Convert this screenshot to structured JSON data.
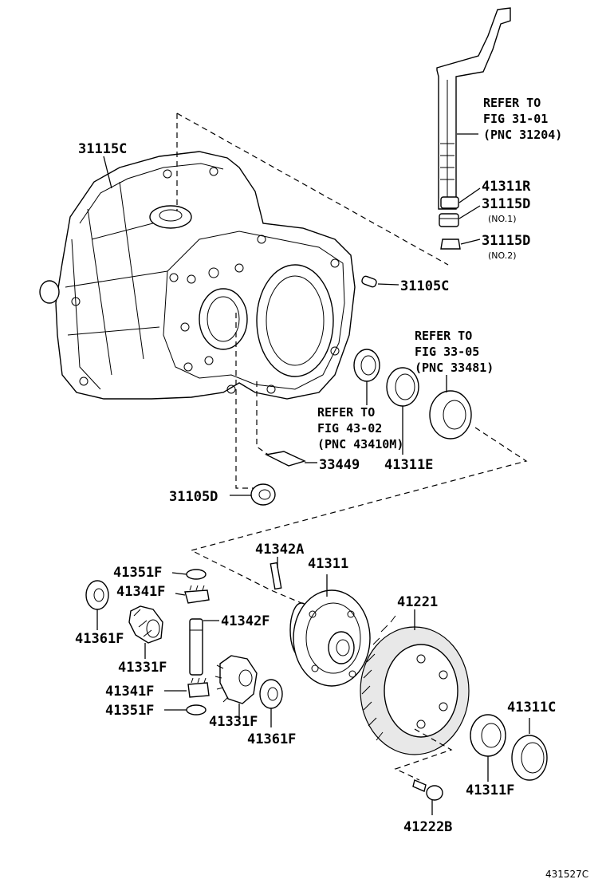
{
  "labels": {
    "p31115C": "31115C",
    "p41311R": "41311R",
    "p31115D_1": "31115D",
    "no1": "(NO.1)",
    "p31115D_2": "31115D",
    "no2": "(NO.2)",
    "p31105C": "31105C",
    "p33449": "33449",
    "p31105D": "31105D",
    "p41311E": "41311E",
    "p41342A": "41342A",
    "p41311": "41311",
    "p41351F_a": "41351F",
    "p41341F_a": "41341F",
    "p41361F_a": "41361F",
    "p41342F": "41342F",
    "p41331F_a": "41331F",
    "p41341F_b": "41341F",
    "p41351F_b": "41351F",
    "p41331F_b": "41331F",
    "p41361F_b": "41361F",
    "p41221": "41221",
    "p41311C": "41311C",
    "p41311F": "41311F",
    "p41222B": "41222B",
    "figure_id": "431527C"
  },
  "refs": {
    "ref1": [
      "REFER TO",
      "FIG 31-01",
      "(PNC 31204)"
    ],
    "ref2": [
      "REFER TO",
      "FIG 33-05",
      "(PNC 33481)"
    ],
    "ref3": [
      "REFER TO",
      "FIG 43-02",
      "(PNC 43410M)"
    ]
  }
}
